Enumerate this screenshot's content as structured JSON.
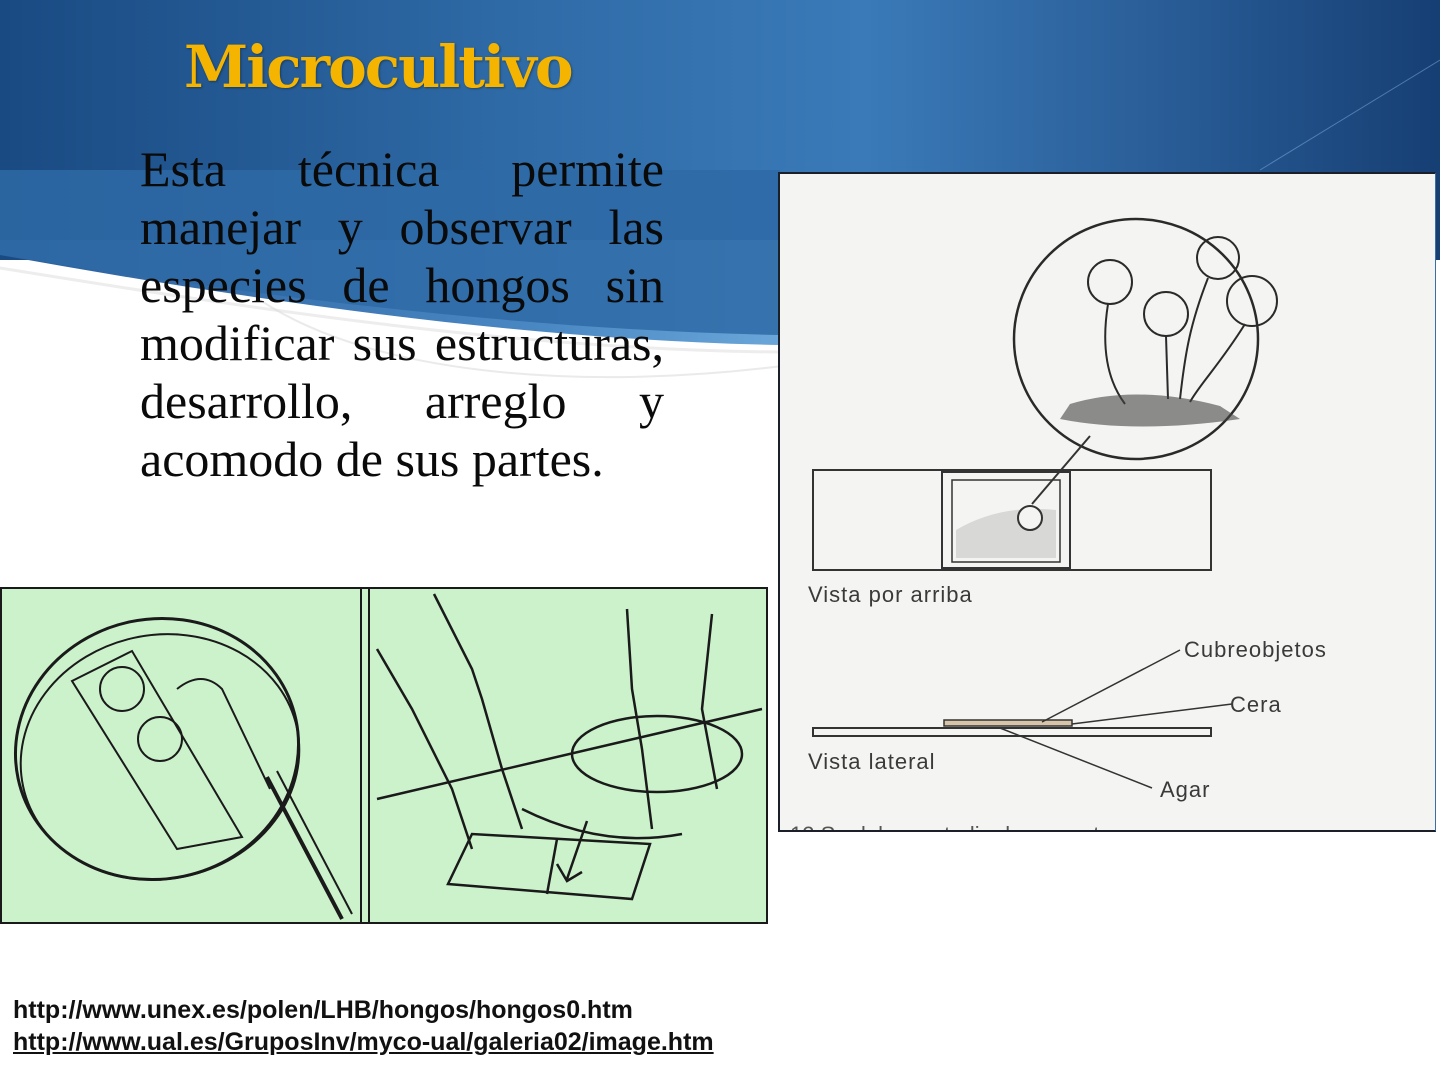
{
  "slide": {
    "title": "Microcultivo",
    "body_text": "Esta técnica permite manejar y observar las especies de hongos sin modificar sus estructuras, desarrollo, arreglo y acomodo de sus partes.",
    "colors": {
      "title": "#f5b400",
      "header_blue_dark": "#1a4f8a",
      "header_blue_light": "#3a7ab8",
      "left_figure_bg": "#ccf2cc",
      "right_figure_bg": "#f4f4f2"
    }
  },
  "figure_right": {
    "labels": {
      "top_view": "Vista por arriba",
      "coverslip": "Cubreobjetos",
      "wax": "Cera",
      "side_view": "Vista lateral",
      "agar": "Agar"
    }
  },
  "figure_left": {
    "panels": [
      {
        "description": "petri-dish-with-slide-and-agar-blocks"
      },
      {
        "description": "hands-placing-coverslip-on-slide"
      }
    ]
  },
  "references": [
    {
      "text": "http://www.unex.es/polen/LHB/hongos/hongos0.htm",
      "underlined": false
    },
    {
      "text": "http://www.ual.es/GruposInv/myco-ual/galeria02/image.htm",
      "underlined": true
    }
  ]
}
